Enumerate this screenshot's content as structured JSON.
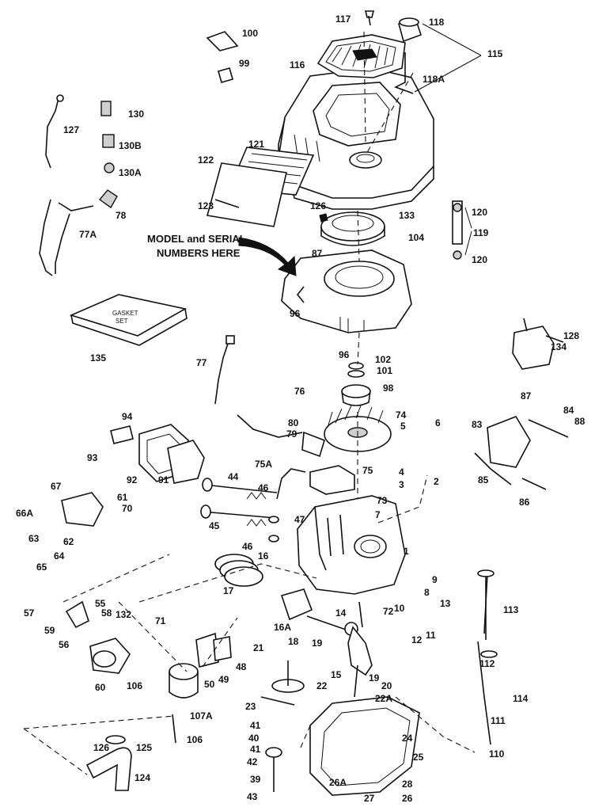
{
  "note": {
    "line1": "MODEL and SERIAL",
    "line2": "NUMBERS HERE"
  },
  "labels": {
    "p1": "1",
    "p2": "2",
    "p3": "3",
    "p4": "4",
    "p6": "6",
    "p7": "7",
    "p8": "8",
    "p9": "9",
    "p10": "10",
    "p11": "11",
    "p12": "12",
    "p13": "13",
    "p14": "14",
    "p15": "15",
    "p16": "16",
    "p16a": "16A",
    "p17": "17",
    "p18": "18",
    "p19a": "19",
    "p19b": "19",
    "p20": "20",
    "p21": "21",
    "p22": "22",
    "p22a": "22A",
    "p23": "23",
    "p24": "24",
    "p25": "25",
    "p26": "26",
    "p26a": "26A",
    "p27": "27",
    "p28": "28",
    "p39": "39",
    "p40": "40",
    "p41a": "41",
    "p41b": "41",
    "p42": "42",
    "p43": "43",
    "p44": "44",
    "p45": "45",
    "p46a": "46",
    "p46b": "46",
    "p47": "47",
    "p48": "48",
    "p49": "49",
    "p50": "50",
    "p55": "55",
    "p56": "56",
    "p57": "57",
    "p58": "58",
    "p59": "59",
    "p60": "60",
    "p61": "61",
    "p62": "62",
    "p63": "63",
    "p64": "64",
    "p65": "65",
    "p66a": "66A",
    "p67": "67",
    "p70": "70",
    "p71": "71",
    "p72": "72",
    "p73": "73",
    "p74": "74",
    "p75": "75",
    "p75a": "75A",
    "p76": "76",
    "p77": "77",
    "p77a": "77A",
    "p78": "78",
    "p79": "79",
    "p80": "80",
    "p83": "83",
    "p84": "84",
    "p85": "85",
    "p86": "86",
    "p87a": "87",
    "p87b": "87",
    "p88": "88",
    "p91": "91",
    "p92": "92",
    "p93": "93",
    "p94": "94",
    "p96a": "96",
    "p96b": "96",
    "p98": "98",
    "p99": "99",
    "p100": "100",
    "p101": "101",
    "p102": "102",
    "p104": "104",
    "p106a": "106",
    "p106b": "106",
    "p107a": "107A",
    "p110": "110",
    "p111": "111",
    "p112": "112",
    "p113": "113",
    "p114": "114",
    "p115": "115",
    "p116": "116",
    "p117": "117",
    "p118": "118",
    "p118a": "118A",
    "p119": "119",
    "p120a": "120",
    "p120b": "120",
    "p121": "121",
    "p122": "122",
    "p123": "123",
    "p124": "124",
    "p125": "125",
    "p126a": "126",
    "p126b": "126",
    "p127": "127",
    "p128": "128",
    "p130": "130",
    "p130a": "130A",
    "p130b": "130B",
    "p132": "132",
    "p133": "133",
    "p134": "134",
    "p135": "135"
  },
  "gasket_box": {
    "line1": "GASKET",
    "line2": "SET"
  }
}
